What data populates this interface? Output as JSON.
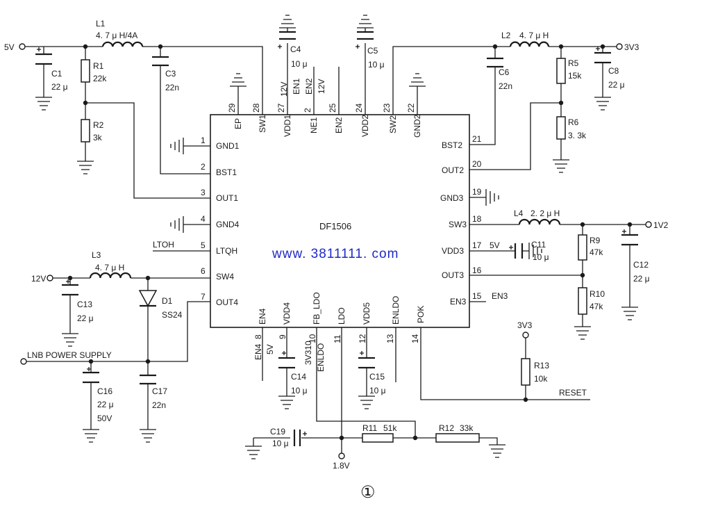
{
  "chip": {
    "name": "DF1506",
    "pins_left": [
      {
        "num": "1",
        "name": "GND1"
      },
      {
        "num": "2",
        "name": "BST1"
      },
      {
        "num": "3",
        "name": "OUT1"
      },
      {
        "num": "4",
        "name": "GND4"
      },
      {
        "num": "5",
        "name": "LTQH"
      },
      {
        "num": "6",
        "name": "SW4"
      },
      {
        "num": "7",
        "name": "OUT4"
      }
    ],
    "pins_right": [
      {
        "num": "21",
        "name": "BST2"
      },
      {
        "num": "20",
        "name": "OUT2"
      },
      {
        "num": "19",
        "name": "GND3"
      },
      {
        "num": "18",
        "name": "SW3"
      },
      {
        "num": "17",
        "name": "VDD3"
      },
      {
        "num": "16",
        "name": "OUT3"
      },
      {
        "num": "15",
        "name": "EN3"
      }
    ],
    "pins_top": [
      {
        "num": "29",
        "name": "EP"
      },
      {
        "num": "28",
        "name": "SW1"
      },
      {
        "num": "27",
        "name": "VDD1"
      },
      {
        "num": "2",
        "name": "NE1"
      },
      {
        "num": "25",
        "name": "EN2"
      },
      {
        "num": "24",
        "name": "VDD2"
      },
      {
        "num": "23",
        "name": "SW2"
      },
      {
        "num": "22",
        "name": "GND2"
      }
    ],
    "pins_bottom": [
      {
        "num": "8",
        "name": "EN4"
      },
      {
        "num": "9",
        "name": "VDD4"
      },
      {
        "num": "10",
        "name": "FB_LDO"
      },
      {
        "num": "11",
        "name": "LDO"
      },
      {
        "num": "12",
        "name": "VDD5"
      },
      {
        "num": "13",
        "name": "ENLDO"
      },
      {
        "num": "14",
        "name": "POK"
      }
    ]
  },
  "watermark": "www. 3811111. com",
  "figure_number": "①",
  "labels": {
    "v5": "5V",
    "v3v3_out": "3V3",
    "v1v2": "1V2",
    "v12": "12V",
    "v3v3_pull": "3V3",
    "v1v8": "1.8V",
    "lnb": "LNB POWER SUPPLY",
    "reset": "RESET",
    "ltoh": "LTOH",
    "en3": "EN3",
    "vdd3_5v": "5V",
    "en1_12v": "12V",
    "en1": "EN1",
    "en2": "EN2",
    "en2_12v": "12V",
    "en4": "EN4",
    "vdd4_5v": "5V",
    "fb_3v310": "3V310",
    "fb_enldo": "ENLDO"
  },
  "components": {
    "L1": {
      "ref": "L1",
      "value": "4. 7 μ H/4A"
    },
    "L2": {
      "ref": "L2",
      "value": "4. 7 μ H"
    },
    "L3": {
      "ref": "L3",
      "value": "4. 7 μ H"
    },
    "L4": {
      "ref": "L4",
      "value": "2. 2 μ H"
    },
    "C1": {
      "ref": "C1",
      "value": "22 μ"
    },
    "C3": {
      "ref": "C3",
      "value": "22n"
    },
    "C4": {
      "ref": "C4",
      "value": "10 μ"
    },
    "C5": {
      "ref": "C5",
      "value": "10 μ"
    },
    "C6": {
      "ref": "C6",
      "value": "22n"
    },
    "C8": {
      "ref": "C8",
      "value": "22 μ"
    },
    "C11": {
      "ref": "C11",
      "value": "10 μ"
    },
    "C12": {
      "ref": "C12",
      "value": "22 μ"
    },
    "C13": {
      "ref": "C13",
      "value": "22 μ"
    },
    "C14": {
      "ref": "C14",
      "value": "10 μ"
    },
    "C15": {
      "ref": "C15",
      "value": "10 μ"
    },
    "C16": {
      "ref": "C16",
      "value": "22 μ",
      "value2": "50V"
    },
    "C17": {
      "ref": "C17",
      "value": "22n"
    },
    "C19": {
      "ref": "C19",
      "value": "10 μ"
    },
    "R1": {
      "ref": "R1",
      "value": "22k"
    },
    "R2": {
      "ref": "R2",
      "value": "3k"
    },
    "R5": {
      "ref": "R5",
      "value": "15k"
    },
    "R6": {
      "ref": "R6",
      "value": "3. 3k"
    },
    "R9": {
      "ref": "R9",
      "value": "47k"
    },
    "R10": {
      "ref": "R10",
      "value": "47k"
    },
    "R11": {
      "ref": "R11",
      "value": "51k"
    },
    "R12": {
      "ref": "R12",
      "value": "33k"
    },
    "R13": {
      "ref": "R13",
      "value": "10k"
    },
    "D1": {
      "ref": "D1",
      "value": "SS24"
    }
  }
}
